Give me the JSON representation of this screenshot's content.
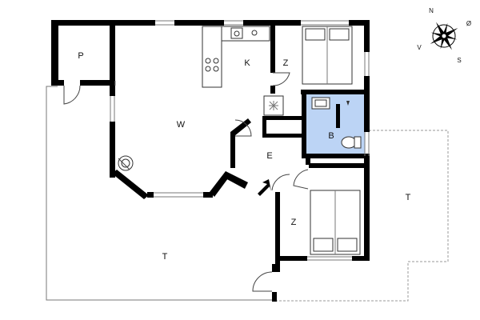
{
  "rooms": {
    "p": "P",
    "w": "W",
    "k": "K",
    "z_upper": "Z",
    "b": "B",
    "e": "E",
    "z_lower": "Z",
    "t_main": "T",
    "t_right": "T"
  },
  "compass": {
    "n": "N",
    "o": "Ø",
    "s": "S",
    "v": "V"
  },
  "colors": {
    "wall": "#000000",
    "bathroom": "#bcd4f5",
    "terrace_line": "#777777"
  }
}
